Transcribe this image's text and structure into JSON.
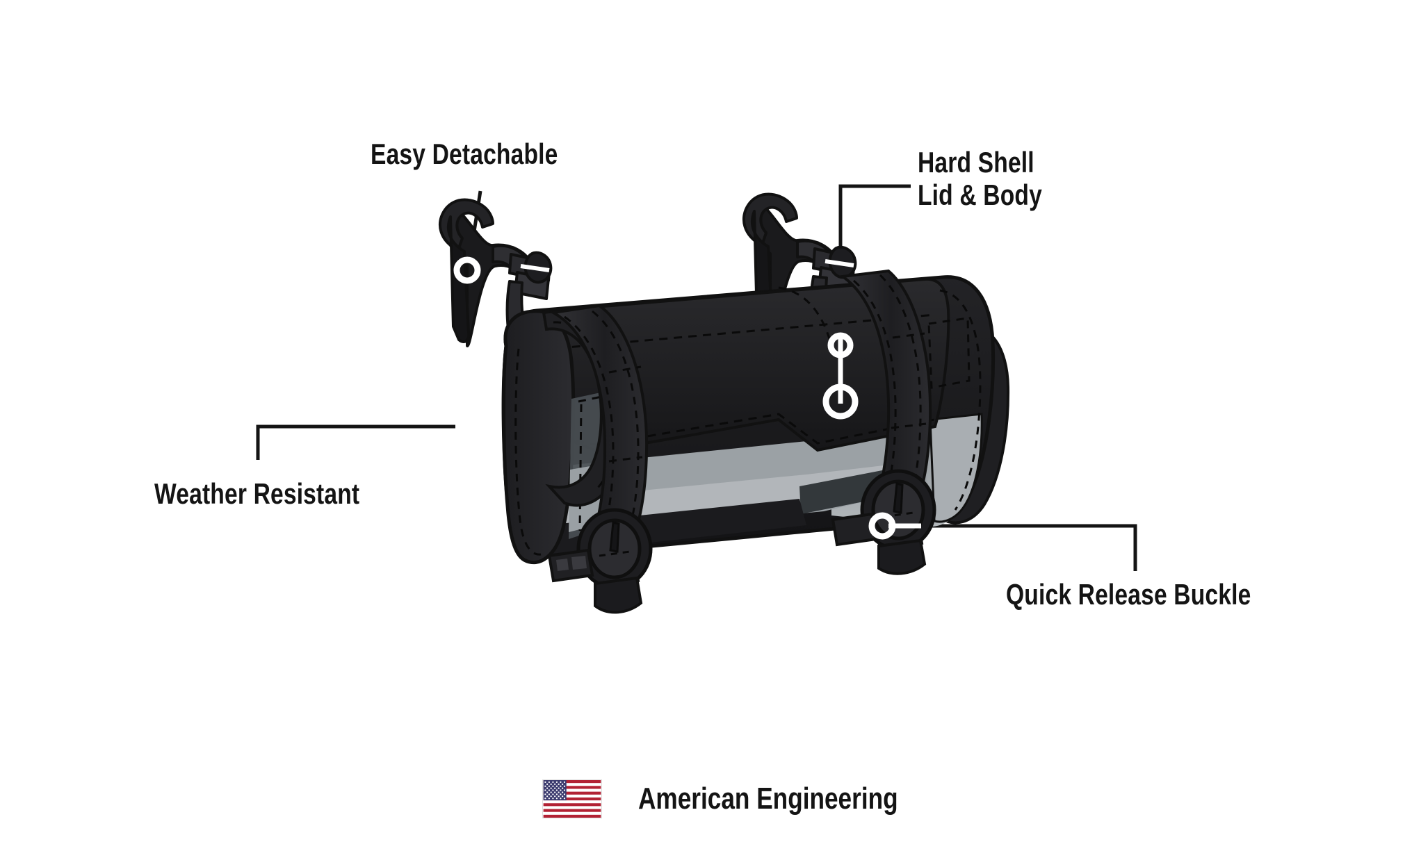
{
  "page": {
    "background_color": "#ffffff",
    "type": "product-feature-diagram",
    "subject": "motorcycle-handlebar-tool-bag"
  },
  "callouts": [
    {
      "id": "easy-detachable",
      "label": "Easy Detachable",
      "lines": [
        "Easy Detachable"
      ],
      "leader_style": "straight-vertical",
      "marker": "small-circle",
      "marker_color": "#ffffff",
      "line_color": "#141414"
    },
    {
      "id": "hard-shell-lid-body",
      "label": "Hard Shell Lid & Body",
      "lines": [
        "Hard Shell",
        "Lid & Body"
      ],
      "leader_style": "elbow-down",
      "marker": "two-circles",
      "marker_color": "#ffffff",
      "line_color": "#141414"
    },
    {
      "id": "weather-resistant",
      "label": "Weather Resistant",
      "lines": [
        "Weather Resistant"
      ],
      "leader_style": "elbow-left-down",
      "marker": "small-circle",
      "marker_color": "#ffffff",
      "line_color": "#141414"
    },
    {
      "id": "quick-release-buckle",
      "label": "Quick Release Buckle",
      "lines": [
        "Quick Release Buckle"
      ],
      "leader_style": "elbow-right-down",
      "marker": "small-circle",
      "marker_color": "#ffffff",
      "line_color": "#141414"
    }
  ],
  "footer": {
    "icon": "us-flag-icon",
    "text": "American Engineering",
    "flag_colors": {
      "red": "#b22234",
      "white": "#ffffff",
      "blue": "#3c3b6e"
    }
  },
  "product_colors": {
    "outline": "#1a1a1a",
    "body_black": "#1c1c1e",
    "lid_black": "#232326",
    "strap_black": "#2b2b2e",
    "hook_black": "#191919",
    "panel_dark_gray": "#3f4447",
    "panel_mid_gray": "#7e8488",
    "panel_light_gray": "#a8adb1",
    "panel_pale_gray": "#bcc0c3",
    "stitch": "#0d0d0d"
  }
}
